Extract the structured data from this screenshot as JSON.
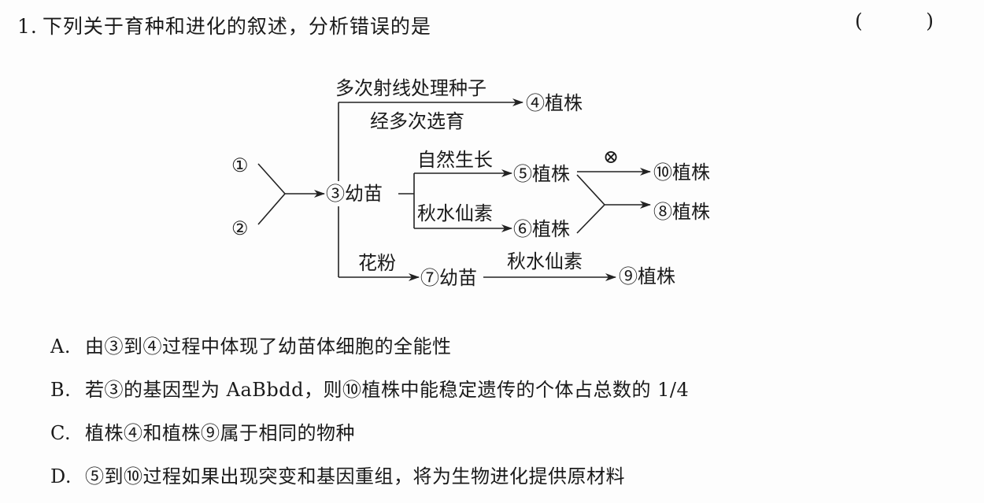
{
  "question": {
    "number": "1.",
    "stem": "下列关于育种和进化的叙述，分析错误的是",
    "paren_open": "(",
    "paren_close": ")"
  },
  "diagram": {
    "start1": "①",
    "start2": "②",
    "seedling3": "③幼苗",
    "top_label_upper": "多次射线处理种子",
    "top_label_lower": "经多次选育",
    "plant4": "④植株",
    "label_natural": "自然生长",
    "plant5": "⑤植株",
    "self_symbol": "⊗",
    "plant10": "⑩植株",
    "label_colchicine1": "秋水仙素",
    "plant6": "⑥植株",
    "plant8": "⑧植株",
    "label_pollen": "花粉",
    "seedling7": "⑦幼苗",
    "label_colchicine2": "秋水仙素",
    "plant9": "⑨植株"
  },
  "options": [
    {
      "letter": "A.",
      "text": "由③到④过程中体现了幼苗体细胞的全能性"
    },
    {
      "letter": "B.",
      "text": "若③的基因型为 AaBbdd，则⑩植株中能稳定遗传的个体占总数的 1/4"
    },
    {
      "letter": "C.",
      "text": "植株④和植株⑨属于相同的物种"
    },
    {
      "letter": "D.",
      "text": "⑤到⑩过程如果出现突变和基因重组，将为生物进化提供原材料"
    }
  ]
}
